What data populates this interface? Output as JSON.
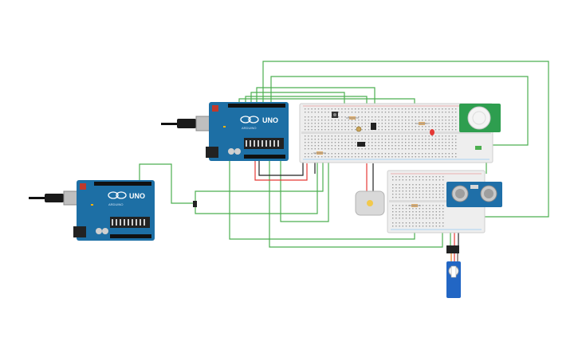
{
  "boards": [
    {
      "id": "uno-left",
      "logo_text": "UNO",
      "brand_text": "ARDUINO"
    },
    {
      "id": "uno-right",
      "logo_text": "UNO",
      "brand_text": "ARDUINO"
    }
  ],
  "colors": {
    "canvas_bg": "#ffffff",
    "board_blue": "#1d6fa5",
    "board_dark": "#16557f",
    "breadboard": "#eeeeee",
    "wire_green": "#4caf50",
    "wire_red": "#e53935",
    "wire_black": "#222222",
    "pir_green": "#2e9e4f",
    "sonar_blue": "#1f6fa8",
    "servo_blue": "#2266c4"
  },
  "components": [
    "arduino-uno",
    "breadboard",
    "pir-sensor",
    "ultrasonic-sensor",
    "dc-motor",
    "servo-motor",
    "led",
    "resistor",
    "potentiometer",
    "transistor"
  ]
}
